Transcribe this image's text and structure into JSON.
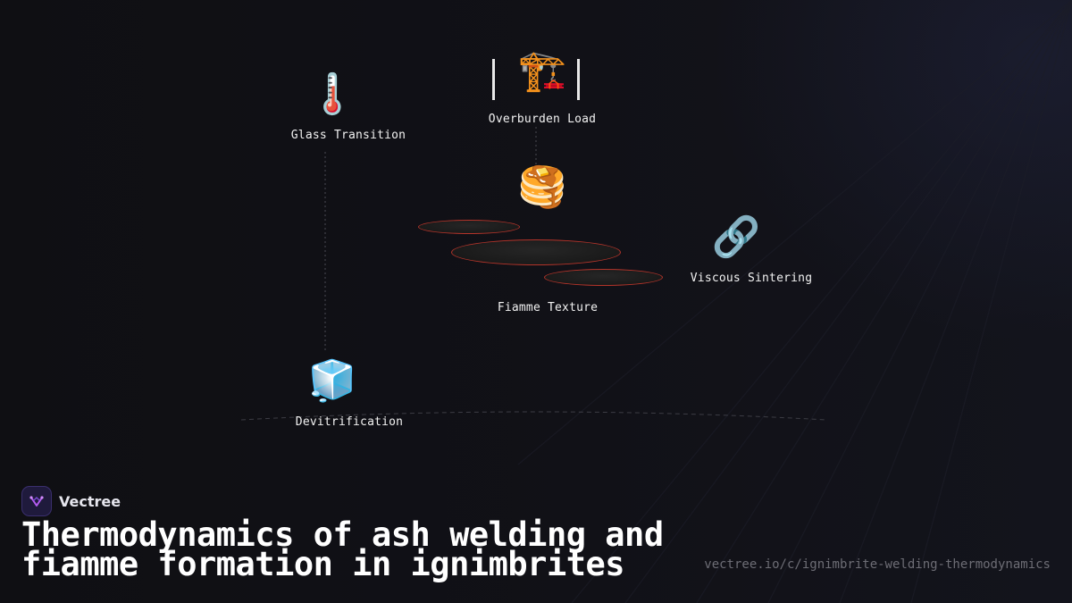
{
  "diagram": {
    "nodes": {
      "glass_transition": {
        "label": "Glass Transition",
        "icon": "🌡️",
        "icon_name": "thermometer-icon"
      },
      "overburden_load": {
        "label": "Overburden Load",
        "icon": "🏗️",
        "icon_name": "crane-icon"
      },
      "fiamme_texture": {
        "label": "Fiamme Texture",
        "icon": "🥞",
        "icon_name": "pancakes-icon"
      },
      "viscous_sintering": {
        "label": "Viscous Sintering",
        "icon": "🔗",
        "icon_name": "link-icon"
      },
      "devitrification": {
        "label": "Devitrification",
        "icon": "🧊",
        "icon_name": "ice-cube-icon"
      }
    },
    "colors": {
      "disc_border": "#b3342a",
      "connector": "#55555c",
      "background": "#0f0f13"
    }
  },
  "footer": {
    "brand_name": "Vectree",
    "title": "Thermodynamics of ash welding and fiamme formation in ignimbrites",
    "url": "vectree.io/c/ignimbrite-welding-thermodynamics"
  }
}
